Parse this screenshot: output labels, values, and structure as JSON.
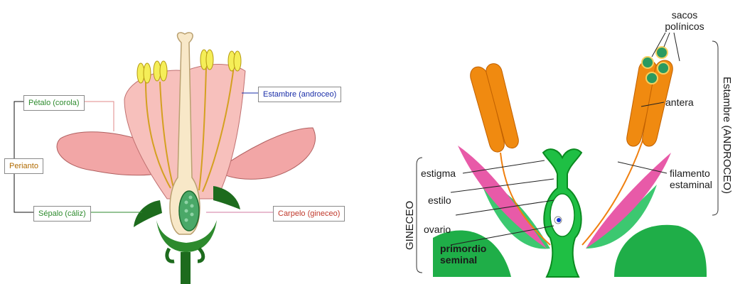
{
  "left_diagram": {
    "labels": {
      "petalo": "Pétalo (corola)",
      "sepalo": "Sépalo (cáliz)",
      "perianto": "Perianto",
      "estambre": "Estambre (androceo)",
      "carpelo": "Carpelo (gineceo)"
    },
    "colors": {
      "petalo": "#2e8b2e",
      "sepalo": "#2e8b2e",
      "perianto": "#b06a00",
      "estambre": "#1a2ea8",
      "carpelo": "#c0392b"
    }
  },
  "right_diagram": {
    "labels": {
      "sacos_line1": "sacos",
      "sacos_line2": "polínicos",
      "antera": "antera",
      "estambre": "Estambre (ANDROCEO)",
      "filamento_line1": "filamento",
      "filamento_line2": "estaminal",
      "gineceo": "GINECEO",
      "estigma": "estigma",
      "estilo": "estilo",
      "ovario": "ovario",
      "primordio_line1": "primordio",
      "primordio_line2": "seminal"
    }
  }
}
